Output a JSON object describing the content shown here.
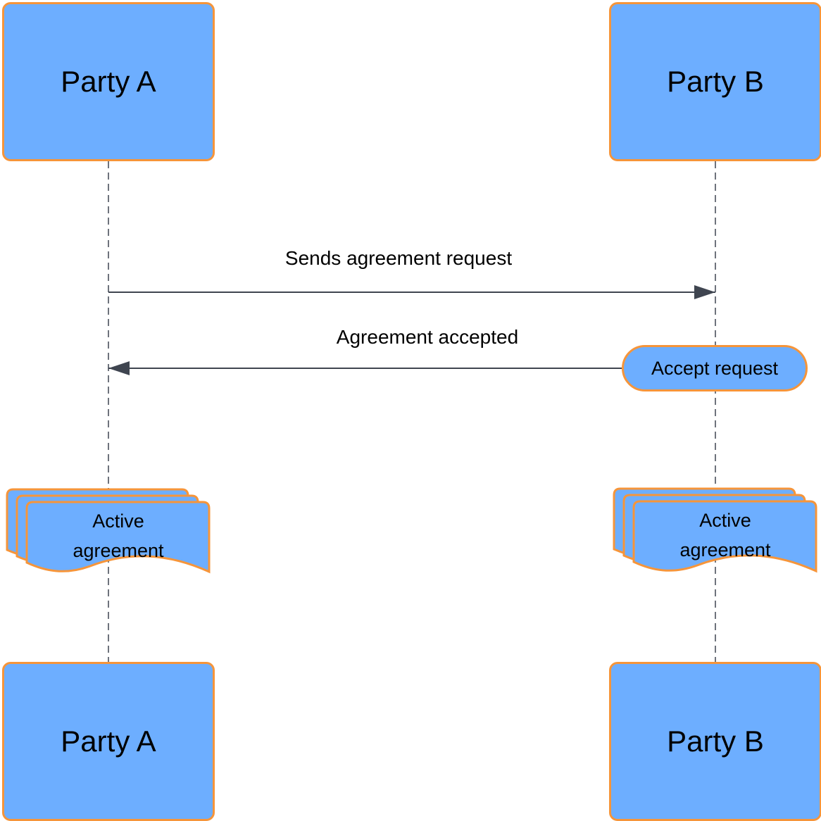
{
  "participants": {
    "a": {
      "label": "Party A"
    },
    "b": {
      "label": "Party B"
    }
  },
  "messages": [
    {
      "from": "a",
      "to": "b",
      "label": "Sends agreement request"
    },
    {
      "from": "b",
      "to": "a",
      "label": "Agreement accepted"
    }
  ],
  "activity": {
    "label": "Accept request"
  },
  "documents": {
    "a": {
      "line1": "Active",
      "line2": "agreement"
    },
    "b": {
      "line1": "Active",
      "line2": "agreement"
    }
  },
  "colors": {
    "fill": "#6daeff",
    "border": "#f6953a",
    "line": "#3f4550",
    "text": "#000000"
  }
}
